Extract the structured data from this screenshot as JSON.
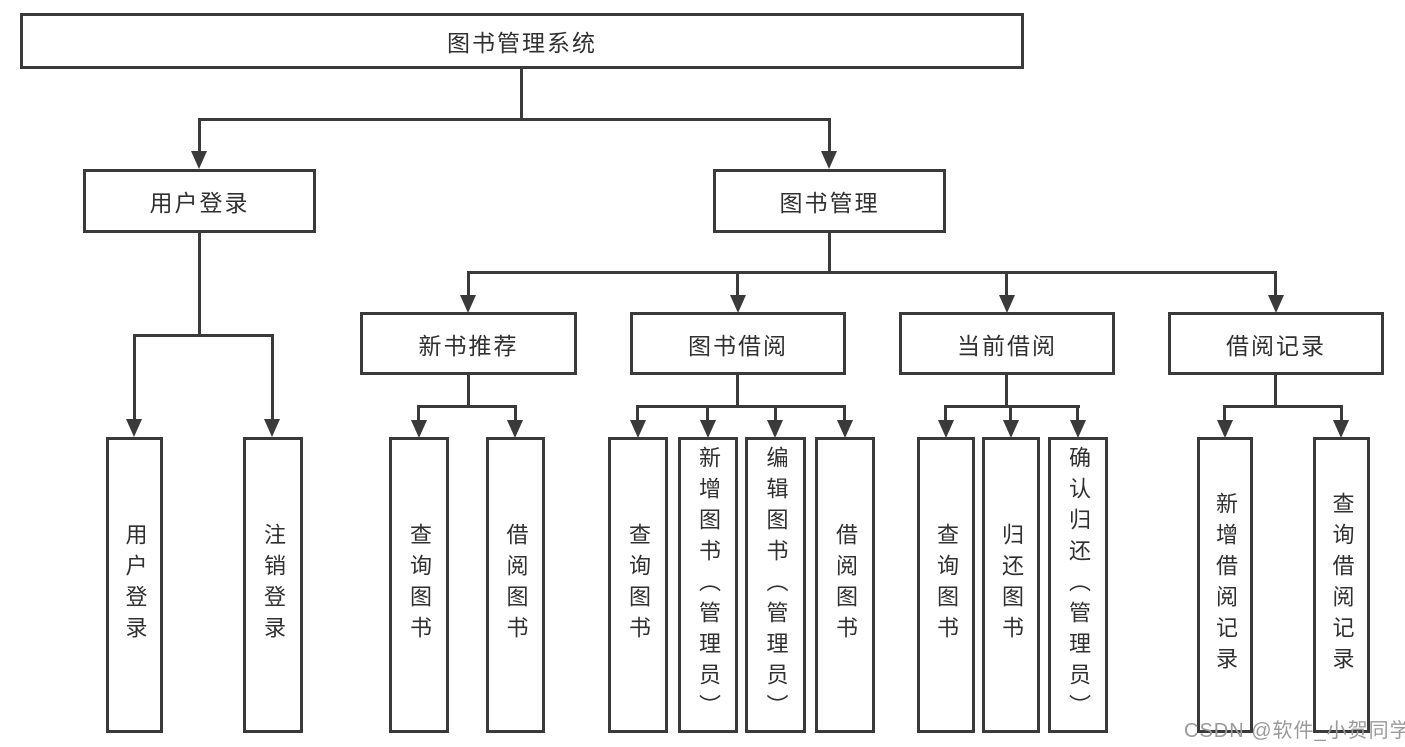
{
  "diagram_title": "图书管理系统",
  "watermark": "CSDN @软件_小贺同学",
  "colors": {
    "background": "#ffffff",
    "line": "#3a3a3a",
    "text": "#303030",
    "watermark": "#9a9a9a"
  },
  "tree": {
    "root": {
      "label": "图书管理系统"
    },
    "user": {
      "label": "用户登录",
      "children": [
        {
          "label": "用户登录"
        },
        {
          "label": "注销登录"
        }
      ]
    },
    "book": {
      "label": "图书管理",
      "sections": [
        {
          "label": "新书推荐",
          "children": [
            {
              "label": "查询图书"
            },
            {
              "label": "借阅图书"
            }
          ]
        },
        {
          "label": "图书借阅",
          "children": [
            {
              "label": "查询图书"
            },
            {
              "label": "新增图书（管理员）"
            },
            {
              "label": "编辑图书（管理员）"
            },
            {
              "label": "借阅图书"
            }
          ]
        },
        {
          "label": "当前借阅",
          "children": [
            {
              "label": "查询图书"
            },
            {
              "label": "归还图书"
            },
            {
              "label": "确认归还（管理员）"
            }
          ]
        },
        {
          "label": "借阅记录",
          "children": [
            {
              "label": "新增借阅记录"
            },
            {
              "label": "查询借阅记录"
            }
          ]
        }
      ]
    }
  }
}
